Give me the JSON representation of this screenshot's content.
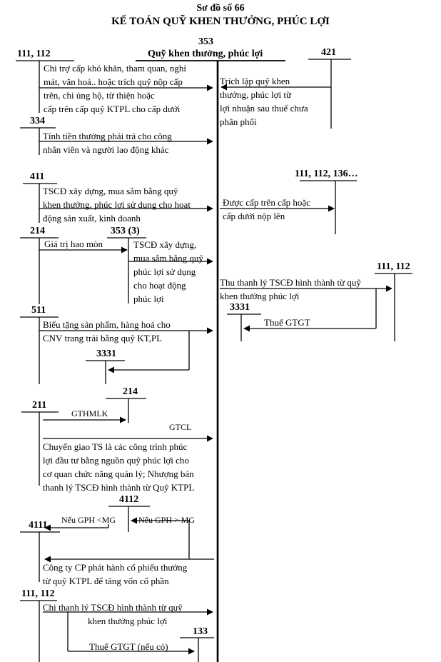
{
  "header": {
    "title": "Sơ đồ số 66",
    "subtitle": "KẾ TOÁN QUỸ KHEN THƯỞNG, PHÚC LỢI"
  },
  "central": {
    "code": "353",
    "name": "Quỹ khen thưởng, phúc lợi"
  },
  "accounts": {
    "a111_112_top": "111, 112",
    "a421": "421",
    "a334": "334",
    "a411": "411",
    "a111_112_136": "111, 112, 136…",
    "a214": "214",
    "a353_3": "353 (3)",
    "a111_112_right": "111, 112",
    "a3331_right": "3331",
    "a511": "511",
    "a3331_left": "3331",
    "a214_b": "214",
    "a211": "211",
    "a4112": "4112",
    "a4111": "4111",
    "a111_112_bottom": "111, 112",
    "a133": "133"
  },
  "texts": {
    "chi_tro": [
      "Chi trợ cấp khó khăn, tham quan, nghỉ",
      "mát, văn hoá.. hoặc trích quỹ nộp cấp",
      "trên, chi ủng hộ, từ thiện hoặc",
      "cấp trên cấp quỹ KTPL cho cấp dưới"
    ],
    "trich_lap": [
      "Trích lập quỹ khen",
      "thưởng, phúc lợi từ",
      "lợi nhuận sau thuế chưa",
      "phân phối"
    ],
    "tinh_tien": [
      "Tính tiền thưởng phải trả cho công",
      "nhân viên và người lao động khác"
    ],
    "tscd_xd": [
      "TSCĐ xây dựng, mua sắm bằng quỹ",
      "khen thưởng, phúc lợi sử dụng cho hoạt",
      "động sản xuất, kinh doanh"
    ],
    "duoc_cap": [
      "Được cấp trên cấp hoặc",
      "cấp dưới nộp lên"
    ],
    "gia_tri_hao_mon": "Giá trị hao mòn",
    "tscd_phuc_loi": [
      "TSCĐ xây dựng,",
      "mua sắm bằng quỹ",
      "phúc lợi sử dụng",
      "cho hoạt động",
      "phúc lợi"
    ],
    "thu_thanh_ly": [
      "Thu thanh lý TSCĐ hình thành từ quỹ",
      "khen thưởng phúc lợi"
    ],
    "thue_gtgt": "Thuế GTGT",
    "bieu_tang": [
      "Biếu tặng sản phẩm, hàng hoá cho",
      "CNV trang trải bằng quỹ KT,PL"
    ],
    "gthmlk": "GTHMLK",
    "gtcl": "GTCL",
    "chuyen_giao": [
      "Chuyển giao TS là các công trình phúc",
      "lợi đầu tư bằng nguồn quỹ phúc lợi cho",
      "cơ quan chức năng quản lý; Nhượng bán",
      "thanh lý TSCĐ hình thành từ Quỹ KTPL"
    ],
    "neu_gph_nho": "Nếu GPH <MG",
    "neu_gph_lon": "Nếu GPH > MG",
    "cong_ty_cp": [
      "Công ty CP phát hành cổ phiếu thưởng",
      "từ quỹ KTPL để tăng vốn cổ phần"
    ],
    "chi_thanh_ly": [
      "Chi thanh lý TSCĐ hình thành từ quỹ",
      "khen thưởng phúc lợi"
    ],
    "thue_gtgt_neu_co": "Thuế GTGT (nếu có)"
  }
}
